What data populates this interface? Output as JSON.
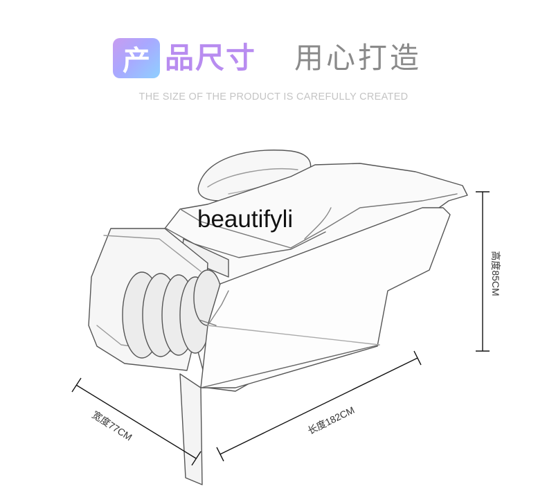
{
  "header": {
    "badge_char": "产",
    "title_highlight": "品尺寸",
    "title_rest": "用心打造",
    "subtitle": "THE SIZE OF THE PRODUCT IS CAREFULLY CREATED"
  },
  "watermark": "beautifyli",
  "dimensions": {
    "height": "高度85CM",
    "width": "宽度77CM",
    "length": "长度182CM"
  },
  "colors": {
    "accent_purple": "#b88cf0",
    "title_gray": "#8a8a8a",
    "subtitle_gray": "#c4c4c4"
  }
}
